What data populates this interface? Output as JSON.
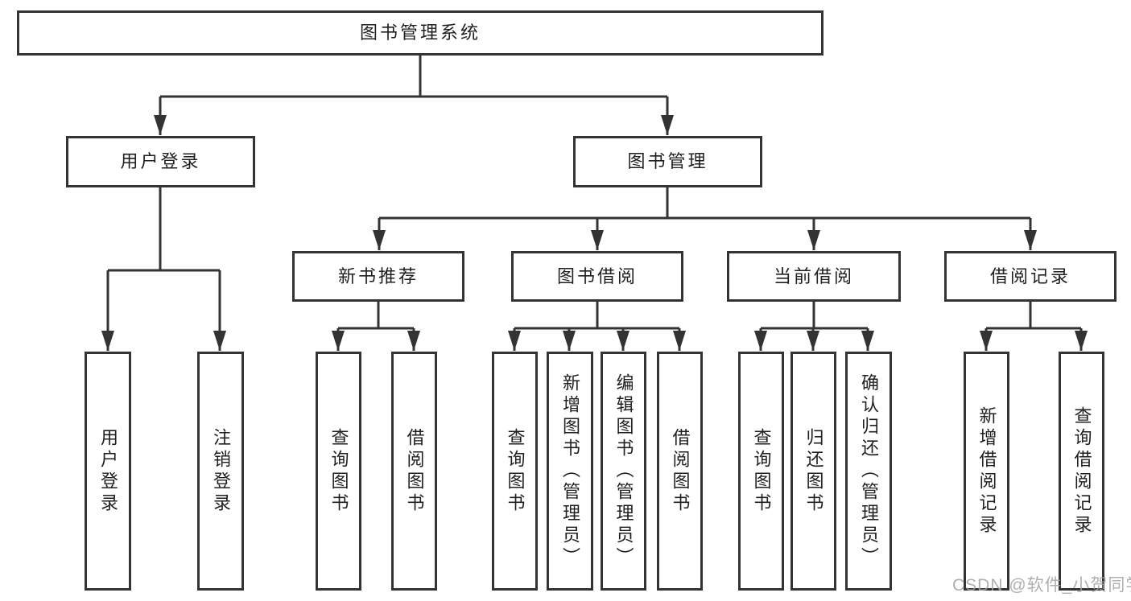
{
  "diagram": {
    "type": "hierarchy-tree",
    "nodes": {
      "root": "图书管理系统",
      "user_login": "用户登录",
      "book_management": "图书管理",
      "new_book_recommendation": "新书推荐",
      "book_borrowing": "图书借阅",
      "current_borrowing": "当前借阅",
      "borrowing_records": "借阅记录",
      "user_login_children": [
        "用户登录",
        "注销登录"
      ],
      "new_book_children": [
        "查询图书",
        "借阅图书"
      ],
      "book_borrowing_children": [
        "查询图书",
        "新增图书（管理员）",
        "编辑图书（管理员）",
        "借阅图书"
      ],
      "current_borrowing_children": [
        "查询图书",
        "归还图书",
        "确认归还（管理员）"
      ],
      "borrowing_records_children": [
        "新增借阅记录",
        "查询借阅记录"
      ]
    }
  },
  "watermark": "CSDN @软件_小贺同学",
  "colors": {
    "line": "#333333",
    "text": "#1f1f1f",
    "box_background": "#ffffff",
    "page_background": "#ffffff",
    "watermark": "#a3a3a3"
  }
}
